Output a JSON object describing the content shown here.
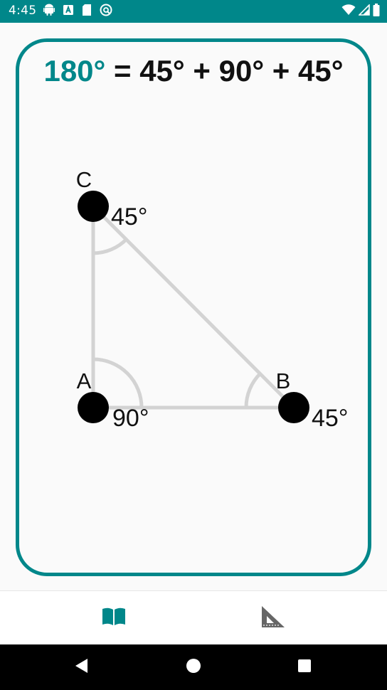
{
  "status_bar": {
    "time": "4:45",
    "left_icons": [
      "android-icon",
      "font-a-icon",
      "sd-card-icon",
      "sync-icon"
    ],
    "right_icons": [
      "wifi-icon",
      "cell-signal-icon",
      "battery-icon"
    ]
  },
  "equation": {
    "total": "180°",
    "equals": " = ",
    "angle_a": "45°",
    "plus_1": " + ",
    "angle_b": "90°",
    "plus_2": " + ",
    "angle_c": "45°"
  },
  "triangle": {
    "vertex_a": {
      "label": "A",
      "angle": "90°"
    },
    "vertex_b": {
      "label": "B",
      "angle": "45°"
    },
    "vertex_c": {
      "label": "C",
      "angle": "45°"
    }
  },
  "bottom_nav": {
    "items": [
      {
        "icon": "book-icon",
        "selected": true
      },
      {
        "icon": "set-square-icon",
        "selected": false
      }
    ]
  },
  "system_nav": {
    "buttons": [
      "back-icon",
      "home-icon",
      "recents-icon"
    ]
  },
  "colors": {
    "accent": "#00878a",
    "triangle_line": "#d3d3d3",
    "vertex_fill": "#000000",
    "nav_inactive": "#666666"
  }
}
